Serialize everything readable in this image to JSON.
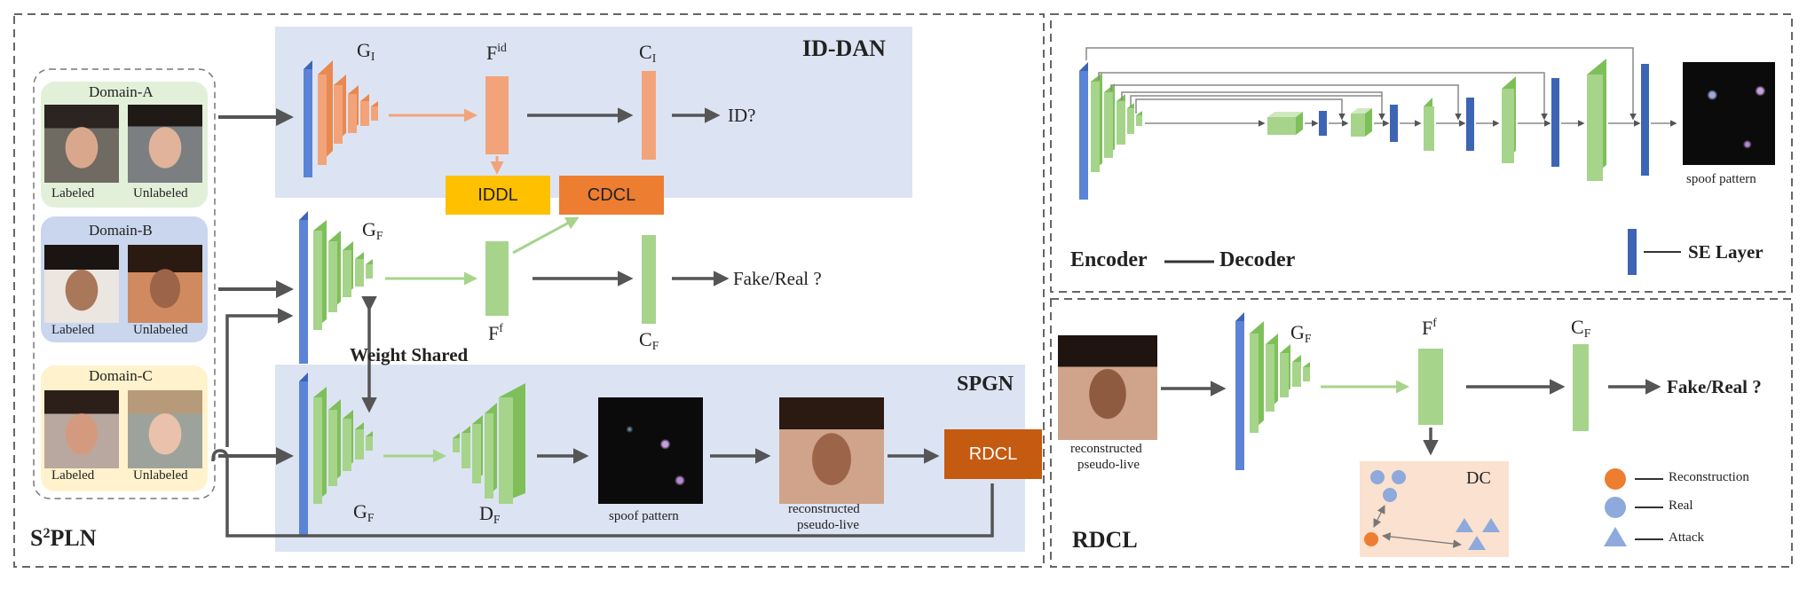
{
  "panels": {
    "main_label_base": "S",
    "main_label_sup": "2",
    "main_label_rest": "PLN",
    "id_dan": "ID-DAN",
    "spgn": "SPGN",
    "rdcl": "RDCL"
  },
  "domains": [
    {
      "title": "Domain-A",
      "labeled": "Labeled",
      "unlabeled": "Unlabeled"
    },
    {
      "title": "Domain-B",
      "labeled": "Labeled",
      "unlabeled": "Unlabeled"
    },
    {
      "title": "Domain-C",
      "labeled": "Labeled",
      "unlabeled": "Unlabeled"
    }
  ],
  "labels": {
    "G": "G",
    "GI_sub": "I",
    "GF_sub": "F",
    "F": "F",
    "Fid_sup": "id",
    "Ff_sup": "f",
    "C": "C",
    "CI_sub": "I",
    "CF_sub": "F",
    "D": "D",
    "DF_sub": "F",
    "id_q": "ID?",
    "fake_real": "Fake/Real ?",
    "weight_shared": "Weight Shared",
    "iddl": "IDDL",
    "cdcl": "CDCL",
    "rdcl_box": "RDCL",
    "spoof_pattern": "spoof  pattern",
    "reconstructed": "reconstructed",
    "pseudo_live": "pseudo-live",
    "encoder": "Encoder",
    "decoder": "Decoder",
    "se_layer": "SE Layer",
    "spoof_pattern_right": "spoof  pattern",
    "dc": "DC",
    "legend_reconstruction": "Reconstruction",
    "legend_real": "Real",
    "legend_attack": "Attack"
  },
  "colors": {
    "orange": "#F3A37A",
    "green": "#A6D48B",
    "blue": "#4E74C8",
    "panel_blue": "#DCE4F3",
    "iddl": "#FFC000",
    "cdcl": "#ED7D31",
    "rdcl": "#C55A11",
    "dc_bg": "#FBE1CF"
  }
}
